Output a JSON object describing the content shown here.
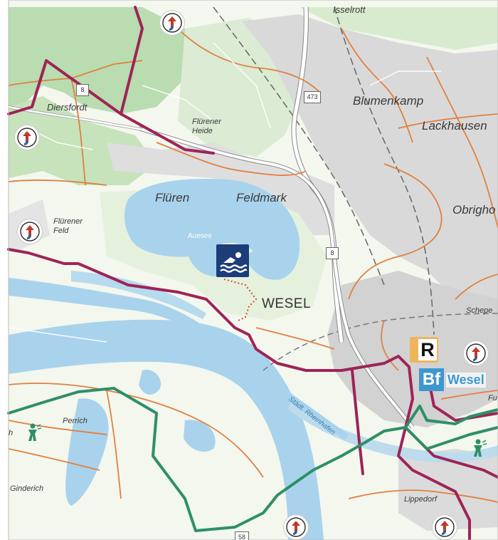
{
  "labels": {
    "isselrott": "Isselrott",
    "blumenkamp": "Blumenkamp",
    "lackhausen": "Lackhausen",
    "diersfordt": "Diersfordt",
    "flurener_heide": "Flürener\nHeide",
    "fluren": "Flüren",
    "feldmark": "Feldmark",
    "obrighoven": "Obrigho",
    "flurener_feld": "Flürener\nFeld",
    "auesee": "Auesee",
    "wesel": "WESEL",
    "schepers": "Schepe",
    "perrich": "Perrich",
    "ginderich": "Ginderich",
    "lippedorf": "Lippedorf",
    "rheinhafen": "Städt. Rheinhafen",
    "fu": "Fu",
    "h": "h"
  },
  "road_numbers": {
    "b473": "473",
    "b8_north": "8",
    "b8_mid": "8",
    "b58": "58"
  },
  "station": {
    "parking_letter": "R",
    "bf_label": "Bf",
    "bf_name": "Wesel"
  },
  "colors": {
    "water": "#a9d3ec",
    "forest": "#b9dcb0",
    "urban": "#d7d7d7",
    "route_red": "#9e2456",
    "route_green": "#2e8f66",
    "road_orange": "#e08040",
    "swim_blue": "#1d3d7a",
    "station_blue": "#3e98d0",
    "parking_orange": "#f0b45c"
  },
  "icons": {
    "cycle_sign": "cycle-route-sign-icon",
    "swimming": "swimming-icon",
    "sport": "sport-figure-icon"
  }
}
